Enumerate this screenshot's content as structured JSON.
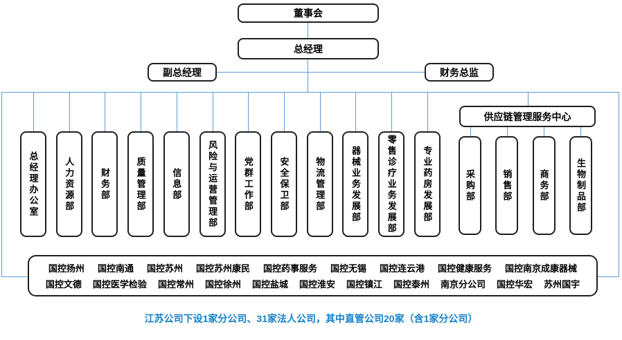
{
  "colors": {
    "connector_line": "#5B9BD5",
    "box_border": "#1f1f1f",
    "caption_text": "#1780C8"
  },
  "hierarchy": {
    "board": "董事会",
    "general_manager": "总经理",
    "deputy_general_manager": "副总经理",
    "finance_director": "财务总监"
  },
  "departments": [
    "总经理办公室",
    "人力资源部",
    "财务部",
    "质量管理部",
    "信息部",
    "风险与运营管理部",
    "党群工作部",
    "安全保卫部",
    "物流管理部",
    "器械业务发展部",
    "零售诊疗业务发展部",
    "专业药房发展部"
  ],
  "supply_chain": {
    "title": "供应链管理服务中心",
    "departments": [
      "采购部",
      "销售部",
      "商务部",
      "生物制品部"
    ]
  },
  "companies": {
    "row1": [
      "国控扬州",
      "国控南通",
      "国控苏州",
      "国控苏州康民",
      "国控药事服务",
      "国控无锡",
      "国控连云港",
      "国控健康服务",
      "国控南京成康器械"
    ],
    "row2": [
      "国控文德",
      "国控医学检验",
      "国控常州",
      "国控徐州",
      "国控盐城",
      "国控淮安",
      "国控镇江",
      "国控泰州",
      "南京分公司",
      "国控华宏",
      "苏州国宇"
    ]
  },
  "caption": "江苏公司下设1家分公司、31家法人公司，其中直管公司20家（含1家分公司）"
}
